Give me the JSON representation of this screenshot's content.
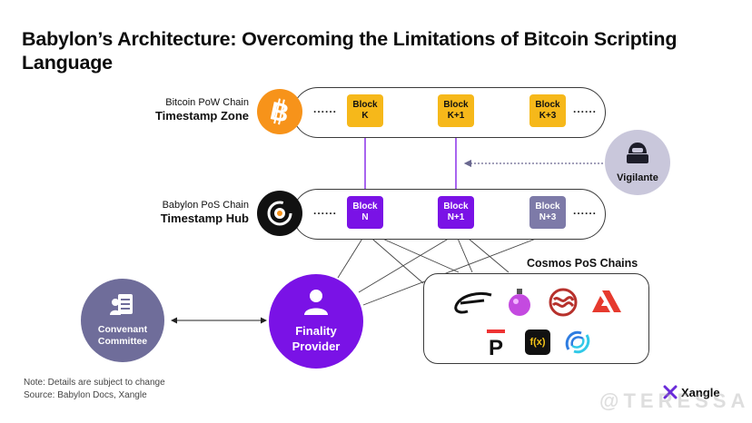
{
  "title": "Babylon’s Architecture: Overcoming the Limitations of Bitcoin Scripting Language",
  "btc_zone": {
    "label_small": "Bitcoin PoW Chain",
    "label_big": "Timestamp Zone",
    "dots_left": "......",
    "dots_right": "......",
    "blocks": [
      {
        "line1": "Block",
        "line2": "K"
      },
      {
        "line1": "Block",
        "line2": "K+1"
      },
      {
        "line1": "Block",
        "line2": "K+3"
      }
    ],
    "color": "#f7931a"
  },
  "babylon_hub": {
    "label_small": "Babylon PoS Chain",
    "label_big": "Timestamp Hub",
    "dots_left": "......",
    "dots_right": "......",
    "blocks": [
      {
        "line1": "Block",
        "line2": "N"
      },
      {
        "line1": "Block",
        "line2": "N+1"
      },
      {
        "line1": "Block",
        "line2": "N+3"
      }
    ],
    "color": "#7a12e6"
  },
  "vigilante": {
    "label": "Vigilante",
    "icon": "hacker-icon"
  },
  "convenant": {
    "label_line1": "Convenant",
    "label_line2": "Committee",
    "icon": "committee-icon"
  },
  "finality": {
    "label_line1": "Finality",
    "label_line2": "Provider",
    "icon": "person-icon"
  },
  "cosmos": {
    "title": "Cosmos PoS Chains",
    "logos": [
      "e-swoosh-logo",
      "potion-logo",
      "sei-logo",
      "akash-logo",
      "p-logo",
      "fx-logo",
      "injective-logo"
    ],
    "fx_text": "f(x)",
    "p_text": "P"
  },
  "note": {
    "line1": "Note: Details are subject to change",
    "line2": "Source: Babylon Docs, Xangle"
  },
  "watermark": {
    "brand": "Xangle",
    "author": "@TERESSA"
  },
  "colors": {
    "purple": "#7a12e6",
    "gold": "#f6b81a",
    "slate": "#7d7aa8",
    "node_gray": "#c9c7db"
  }
}
